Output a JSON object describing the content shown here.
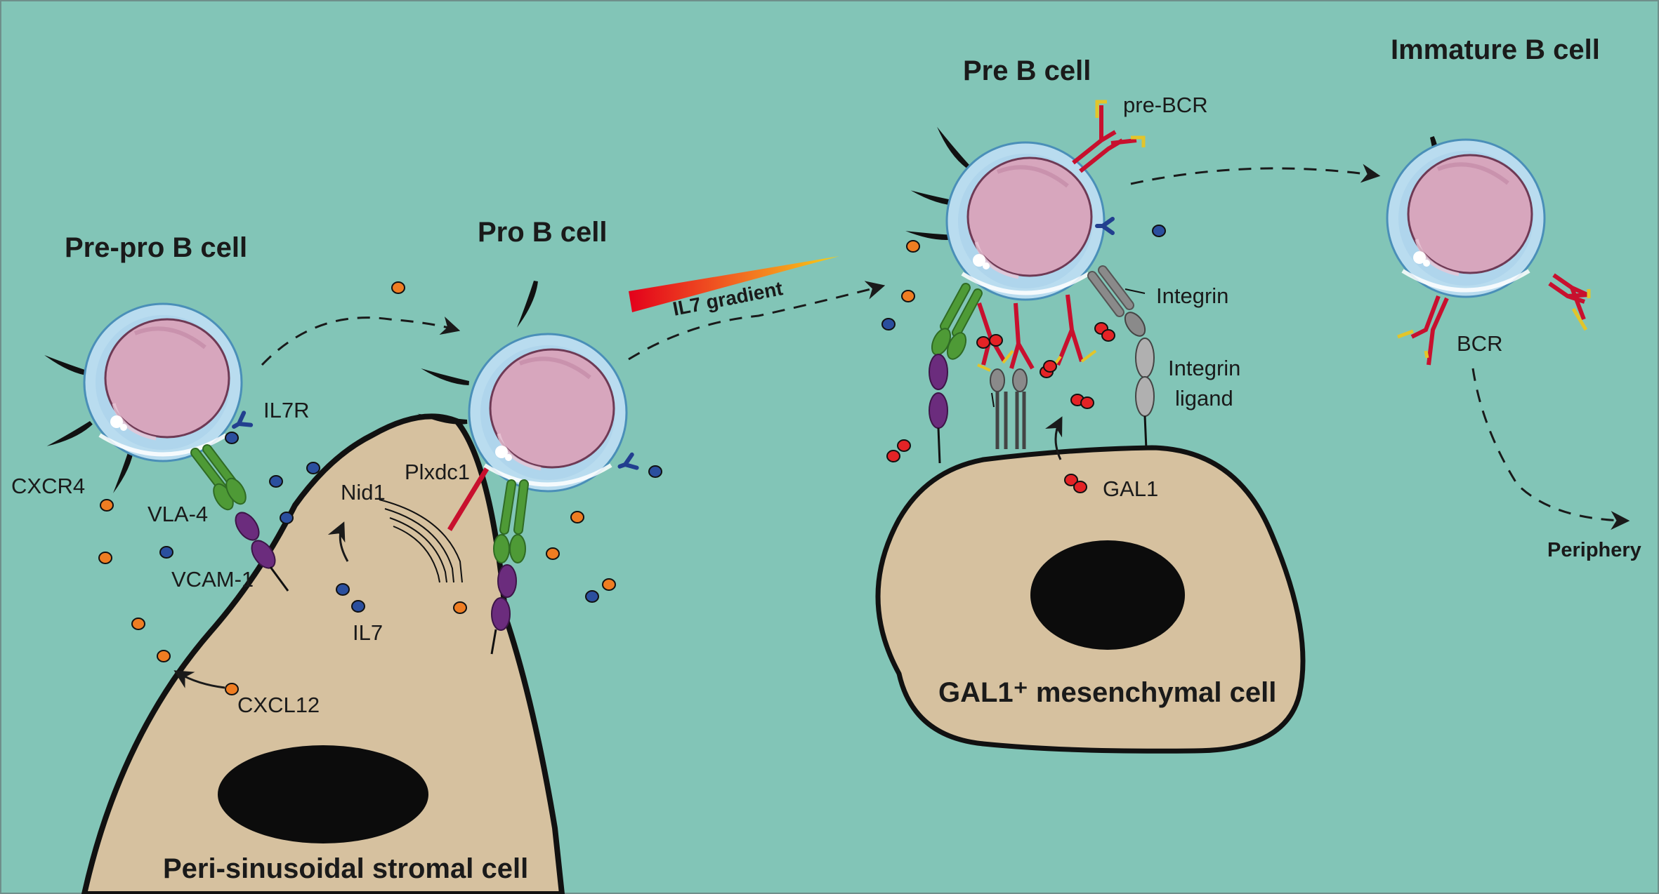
{
  "cells": {
    "pre_pro_b": "Pre-pro B cell",
    "pro_b": "Pro B cell",
    "pre_b": "Pre B cell",
    "immature_b": "Immature B cell"
  },
  "stroma": {
    "peri_sinusoidal": "Peri-sinusoidal stromal cell",
    "gal1_mesenchymal": "GAL1⁺ mesenchymal cell"
  },
  "labels": {
    "il7r": "IL7R",
    "cxcr4": "CXCR4",
    "vla4": "VLA-4",
    "vcam1": "VCAM-1",
    "il7": "IL7",
    "cxcl12": "CXCL12",
    "nid1": "Nid1",
    "plxdc1": "Plxdc1",
    "il7_gradient": "IL7 gradient",
    "pre_bcr": "pre-BCR",
    "integrin": "Integrin",
    "integrin_ligand_1": "Integrin",
    "integrin_ligand_2": "ligand",
    "gal1": "GAL1",
    "bcr": "BCR",
    "periphery": "Periphery"
  },
  "colors": {
    "background": "#82c5b7",
    "stroma": "#d6c19f",
    "nucleus": "#0c0c0c",
    "cell_membrane": "#b9dcef",
    "cell_nucleus": "#d7a6bd",
    "cxcl12_dot": "#ef7d22",
    "il7_dot": "#2b4f9e",
    "gal1_dot": "#e42326",
    "vla4": "#4e9a36",
    "vcam1": "#6b2c7d",
    "receptor_red": "#c8102e",
    "receptor_yellow": "#e3c52a",
    "integrin_grey": "#8a8a8a"
  }
}
